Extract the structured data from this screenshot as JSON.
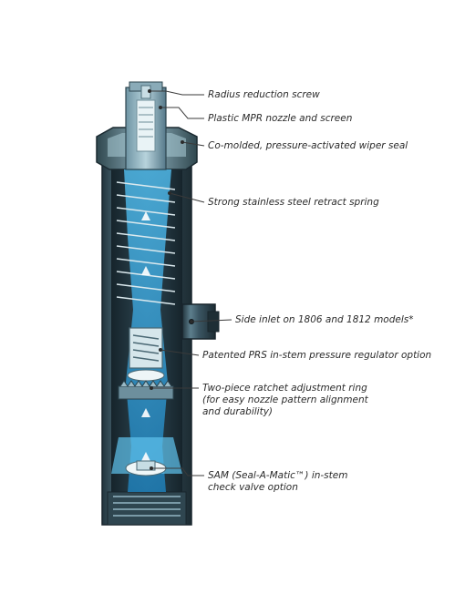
{
  "colors": {
    "body_dark": "#2a3f4a",
    "body_mid": "#4b6b79",
    "body_light": "#a9c7d1",
    "water": "#2a9fd8",
    "water_light": "#8fd3f2",
    "leader": "#3a3a3a"
  },
  "callouts": [
    {
      "id": "radius-screw",
      "lines": [
        "Radius reduction screw"
      ]
    },
    {
      "id": "mpr-nozzle",
      "lines": [
        "Plastic MPR nozzle and screen"
      ]
    },
    {
      "id": "wiper-seal",
      "lines": [
        "Co-molded, pressure-activated wiper seal"
      ]
    },
    {
      "id": "retract-spring",
      "lines": [
        "Strong stainless steel retract spring"
      ]
    },
    {
      "id": "side-inlet",
      "lines": [
        "Side inlet on 1806 and 1812 models*"
      ]
    },
    {
      "id": "prs-regulator",
      "lines": [
        "Patented PRS in-stem pressure regulator option"
      ]
    },
    {
      "id": "ratchet-ring",
      "lines": [
        "Two-piece ratchet adjustment ring",
        "(for easy nozzle pattern alignment",
        "and durability)"
      ]
    },
    {
      "id": "sam-valve",
      "lines": [
        "SAM (Seal-A-Matic™) in-stem",
        "check valve option"
      ]
    }
  ]
}
